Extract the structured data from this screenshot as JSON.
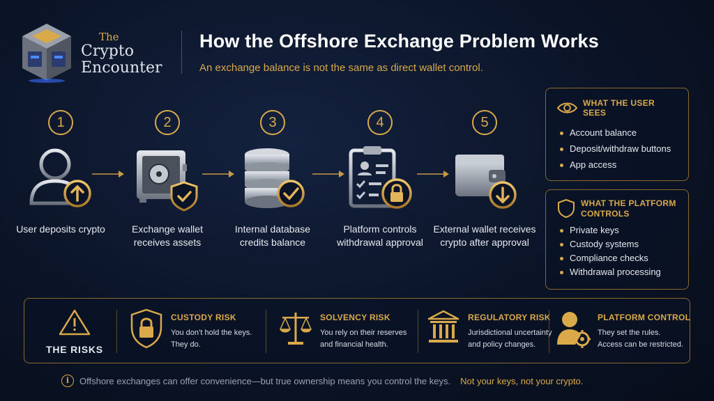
{
  "brand": {
    "the": "The",
    "line1": "Crypto",
    "line2": "Encounter"
  },
  "title": "How the Offshore Exchange Problem Works",
  "subtitle": "An exchange balance is not the same as direct wallet control.",
  "steps": [
    {
      "num": "1",
      "label": "User deposits crypto",
      "icon": "user-deposit-icon"
    },
    {
      "num": "2",
      "label": "Exchange wallet receives assets",
      "icon": "safe-shield-icon"
    },
    {
      "num": "3",
      "label": "Internal database credits balance",
      "icon": "database-check-icon"
    },
    {
      "num": "4",
      "label": "Platform controls withdrawal approval",
      "icon": "clipboard-lock-icon"
    },
    {
      "num": "5",
      "label": "External wallet receives crypto after approval",
      "icon": "wallet-download-icon"
    }
  ],
  "user_sees": {
    "title": "WHAT THE USER SEES",
    "icon": "eye-icon",
    "items": [
      "Account balance",
      "Deposit/withdraw buttons",
      "App access"
    ]
  },
  "platform_controls": {
    "title_line1": "WHAT THE PLATFORM",
    "title_line2": "CONTROLS",
    "icon": "shield-icon",
    "items": [
      "Private keys",
      "Custody systems",
      "Compliance checks",
      "Withdrawal processing"
    ]
  },
  "risks": {
    "label": "THE RISKS",
    "icon": "warning-icon",
    "items": [
      {
        "title": "CUSTODY RISK",
        "line1": "You don’t hold the keys.",
        "line2": "They do.",
        "icon": "padlock-icon"
      },
      {
        "title": "SOLVENCY RISK",
        "line1": "You rely on their reserves",
        "line2": "and financial health.",
        "icon": "scales-icon"
      },
      {
        "title": "REGULATORY RISK",
        "line1": "Jurisdictional uncertainty",
        "line2": "and policy changes.",
        "icon": "courthouse-icon"
      },
      {
        "title": "PLATFORM CONTROL",
        "line1": "They set the rules.",
        "line2": "Access can be restricted.",
        "icon": "user-gear-icon"
      }
    ]
  },
  "footer": {
    "text": "Offshore exchanges can offer convenience—but true ownership means you control the keys.",
    "strong": "Not your keys, not your crypto.",
    "icon": "info-icon"
  },
  "colors": {
    "accent": "#d9a94a",
    "background": "#0b1427",
    "text": "#e6e9ef"
  }
}
